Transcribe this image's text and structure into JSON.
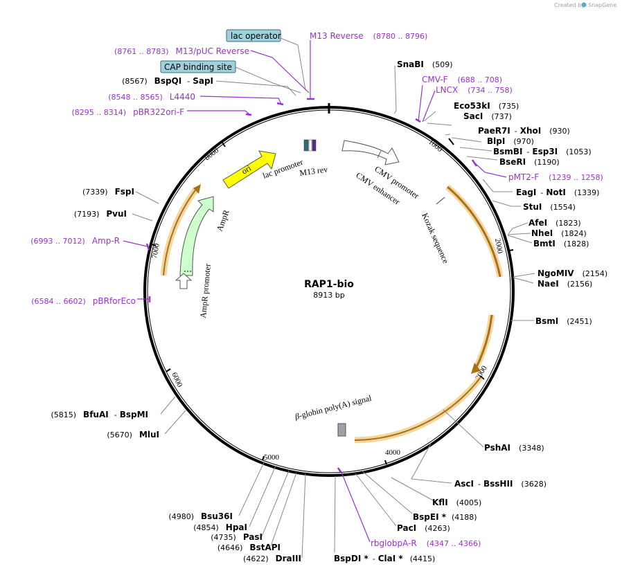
{
  "brand": {
    "created_by": "Created by",
    "name": "SnapGene"
  },
  "plasmid": {
    "name": "RAP1-bio",
    "length": "8913 bp"
  },
  "ticks": [
    "1000",
    "2000",
    "3000",
    "4000",
    "5000",
    "6000",
    "7000",
    "8000"
  ],
  "boxed_labels": [
    {
      "id": "lac-operator",
      "text": "lac operator"
    },
    {
      "id": "cap-binding-site",
      "text": "CAP binding site"
    }
  ],
  "sites_right": [
    {
      "id": "snabi",
      "name": "SnaBI",
      "pos": "(509)"
    },
    {
      "id": "eco53ki",
      "name": "Eco53kI",
      "pos": "(735)"
    },
    {
      "id": "saci",
      "name": "SacI",
      "pos": "(737)"
    },
    {
      "id": "paer7i",
      "name": "PaeR7I",
      "name2": "XhoI",
      "pos": "(930)"
    },
    {
      "id": "blpi",
      "name": "BlpI",
      "pos": "(970)"
    },
    {
      "id": "bsmbi",
      "name": "BsmBI",
      "name2": "Esp3I",
      "pos": "(1053)"
    },
    {
      "id": "bseri",
      "name": "BseRI",
      "pos": "(1190)"
    },
    {
      "id": "eagi",
      "name": "EagI",
      "name2": "NotI",
      "pos": "(1339)"
    },
    {
      "id": "stui",
      "name": "StuI",
      "pos": "(1554)"
    },
    {
      "id": "afei",
      "name": "AfeI",
      "pos": "(1823)"
    },
    {
      "id": "nhei",
      "name": "NheI",
      "pos": "(1824)"
    },
    {
      "id": "bmti",
      "name": "BmtI",
      "pos": "(1828)"
    },
    {
      "id": "ngomiv",
      "name": "NgoMIV",
      "pos": "(2154)"
    },
    {
      "id": "naei",
      "name": "NaeI",
      "pos": "(2156)"
    },
    {
      "id": "bsmi",
      "name": "BsmI",
      "pos": "(2451)"
    },
    {
      "id": "pshai",
      "name": "PshAI",
      "pos": "(3348)"
    },
    {
      "id": "asci",
      "name": "AscI",
      "name2": "BssHII",
      "pos": "(3628)"
    },
    {
      "id": "kfli",
      "name": "KflI",
      "pos": "(4005)"
    },
    {
      "id": "bspei",
      "name": "BspEI *",
      "pos": "(4188)"
    },
    {
      "id": "paci",
      "name": "PacI",
      "pos": "(4263)"
    },
    {
      "id": "bspdi",
      "name": "BspDI *",
      "name2": "ClaI *",
      "pos": "(4415)"
    }
  ],
  "sites_left": [
    {
      "id": "bspqi",
      "pos": "(8567)",
      "name": "BspQI",
      "name2": "SapI"
    },
    {
      "id": "fspi",
      "pos": "(7339)",
      "name": "FspI"
    },
    {
      "id": "pvui",
      "pos": "(7193)",
      "name": "PvuI"
    },
    {
      "id": "bfuai",
      "pos": "(5815)",
      "name": "BfuAI",
      "name2": "BspMI"
    },
    {
      "id": "mlui",
      "pos": "(5670)",
      "name": "MluI"
    },
    {
      "id": "bsu36i",
      "pos": "(4980)",
      "name": "Bsu36I"
    },
    {
      "id": "hpai",
      "pos": "(4854)",
      "name": "HpaI"
    },
    {
      "id": "pasi",
      "pos": "(4735)",
      "name": "PasI"
    },
    {
      "id": "bstapi",
      "pos": "(4646)",
      "name": "BstAPI"
    },
    {
      "id": "draiii",
      "pos": "(4622)",
      "name": "DraIII"
    }
  ],
  "primers": [
    {
      "id": "m13-reverse",
      "name": "M13 Reverse",
      "pos": "(8780 .. 8796)"
    },
    {
      "id": "m13-puc-reverse",
      "name": "M13/pUC Reverse",
      "pos": "(8761 .. 8783)"
    },
    {
      "id": "l4440",
      "name": "L4440",
      "pos": "(8548 .. 8565)"
    },
    {
      "id": "pbr322ori-f",
      "name": "pBR322ori-F",
      "pos": "(8295 .. 8314)"
    },
    {
      "id": "cmv-f",
      "name": "CMV-F",
      "pos": "(688 .. 708)"
    },
    {
      "id": "lncx",
      "name": "LNCX",
      "pos": "(734 .. 758)"
    },
    {
      "id": "pmt2-f",
      "name": "pMT2-F",
      "pos": "(1239 .. 1258)"
    },
    {
      "id": "amp-r",
      "name": "Amp-R",
      "pos": "(6993 .. 7012)"
    },
    {
      "id": "pbrforeco",
      "name": "pBRforEco",
      "pos": "(6584 .. 6602)"
    },
    {
      "id": "rbglobpa-r",
      "name": "rbglobpA-R",
      "pos": "(4347 .. 4366)"
    }
  ],
  "features": {
    "ori": "ori",
    "ampr": "AmpR",
    "ampr_promoter": "AmpR promoter",
    "lac_promoter": "lac promoter",
    "m13_rev": "M13 rev",
    "cmv_promoter": "CMV promoter",
    "cmv_enhancer": "CMV enhancer",
    "kozak": "Kozak sequence",
    "beta_globin_prefix": "β",
    "beta_globin": "-globin poly(A) signal"
  },
  "colors": {
    "primer": "#9a2fd6",
    "ori": "#ffff00",
    "ampr": "#ccffcc",
    "orf": "#e8a33c",
    "boxed": "#9fd0dc"
  }
}
